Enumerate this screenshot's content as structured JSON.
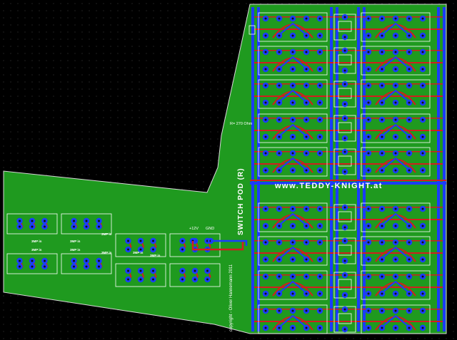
{
  "board": {
    "url_text": "www.TEDDY-KNIGHT.at",
    "title_text": "SWITCH POD (R)",
    "copyright_text": "copyright - Oliver Hannemann 2011",
    "resistor_note": "R= 270 Ohm",
    "power_label": "+12V",
    "ground_label": "GND",
    "input_label": "3MP in"
  },
  "colors": {
    "background": "#000000",
    "board": "#1f9a1f",
    "top_trace": "#d21e1e",
    "bottom_trace": "#1a3cff",
    "silkscreen": "#ffffff",
    "pad": "#1a3cff"
  }
}
